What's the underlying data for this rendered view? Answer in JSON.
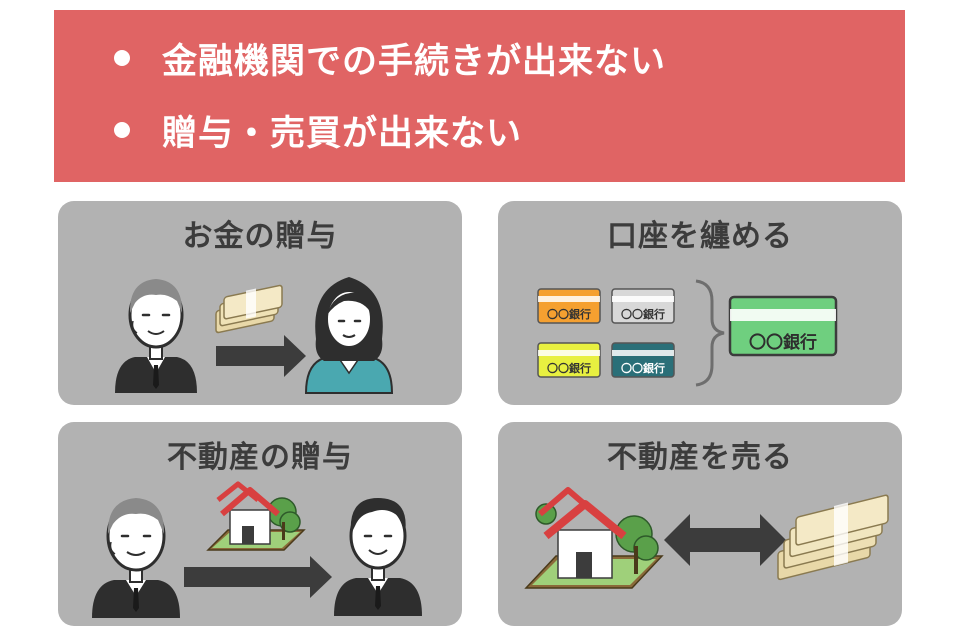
{
  "banner": {
    "bullets": [
      "金融機関での手続きが出来ない",
      "贈与・売買が出来ない"
    ]
  },
  "cards": [
    {
      "title": "お金の贈与"
    },
    {
      "title": "口座を纏める"
    },
    {
      "title": "不動産の贈与"
    },
    {
      "title": "不動産を売る"
    }
  ],
  "bank_cards": {
    "small_label": "〇〇銀行",
    "large_label": "〇〇銀行"
  },
  "colors": {
    "banner": "#e06464",
    "card_bg": "#b2b2b2",
    "card_orange": "#f5a030",
    "card_gray": "#d8d8d8",
    "card_yellow": "#e8f040",
    "card_teal": "#2a6f78",
    "card_green": "#6fcf7f",
    "arrow": "#3c3c3c",
    "money": "#e8d8a8",
    "house_roof": "#d84040"
  },
  "icons": [
    "elderly-man-icon",
    "money-bundle-icon",
    "arrow-right-icon",
    "woman-icon",
    "bank-card-icon",
    "brace-icon",
    "house-icon",
    "young-man-icon",
    "double-arrow-icon"
  ]
}
